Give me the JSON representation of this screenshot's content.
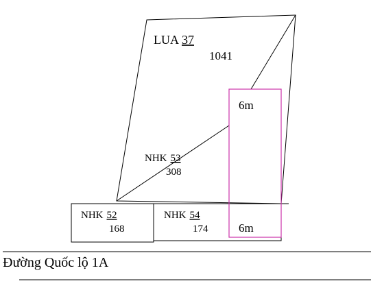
{
  "parcels": {
    "lua37": {
      "type": "LUA",
      "number": "37",
      "area": "1041"
    },
    "nhk53": {
      "type": "NHK",
      "number": "53",
      "area": "308"
    },
    "nhk52": {
      "type": "NHK",
      "number": "52",
      "area": "168"
    },
    "nhk54": {
      "type": "NHK",
      "number": "54",
      "area": "174"
    }
  },
  "strip": {
    "width_top": "6m",
    "width_bottom": "6m",
    "color": "#cc33aa"
  },
  "road": {
    "name": "Đường Quốc lộ 1A"
  }
}
